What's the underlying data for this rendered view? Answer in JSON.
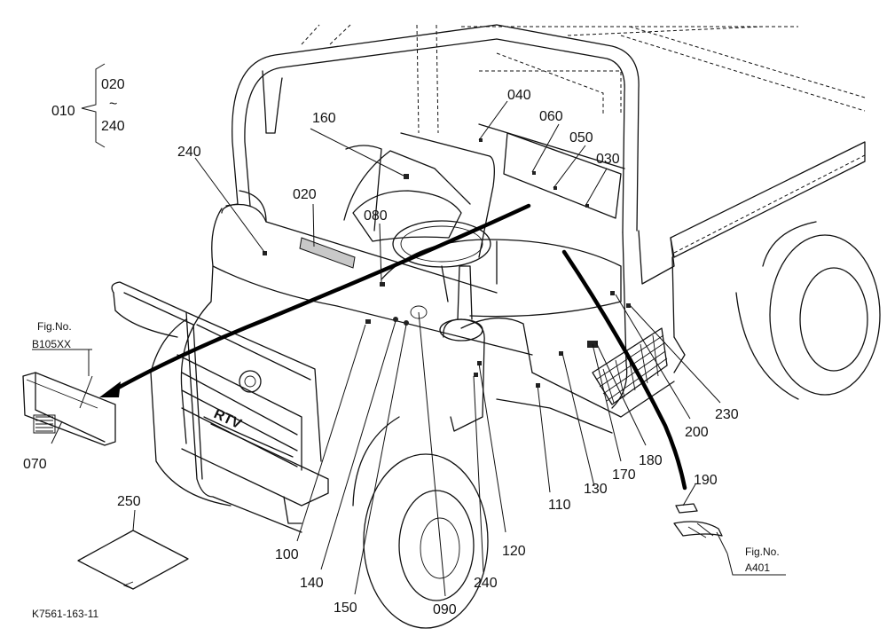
{
  "range": {
    "main": "010",
    "top": "020",
    "tilde": "~",
    "bottom": "240"
  },
  "parts": {
    "p240a": "240",
    "p160": "160",
    "p040": "040",
    "p060": "060",
    "p050": "050",
    "p030": "030",
    "p020": "020",
    "p080": "080",
    "p070": "070",
    "p250": "250",
    "p100": "100",
    "p140": "140",
    "p150": "150",
    "p090": "090",
    "p240b": "240",
    "p120": "120",
    "p110": "110",
    "p130": "130",
    "p170": "170",
    "p180": "180",
    "p200": "200",
    "p230": "230",
    "p190": "190"
  },
  "fig_left": {
    "title": "Fig.No.",
    "ref": "B105XX"
  },
  "fig_right": {
    "title": "Fig.No.",
    "ref": "A401"
  },
  "emblem": "RTV",
  "drawing_code": "K7561-163-11"
}
